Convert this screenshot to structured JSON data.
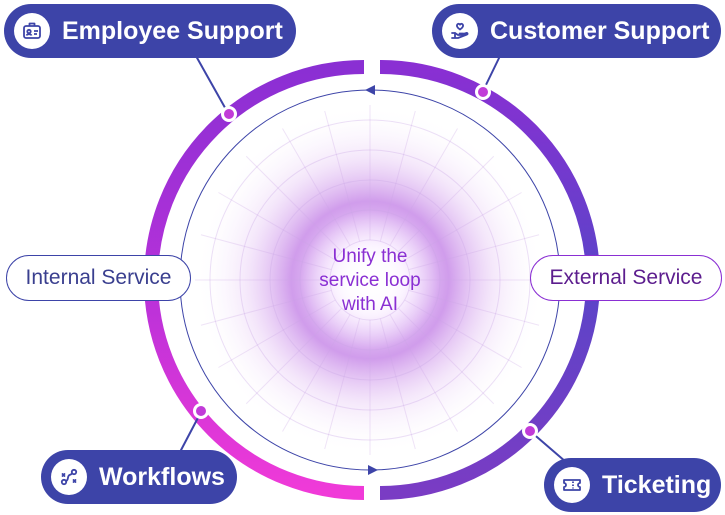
{
  "center": {
    "lines": [
      "Unify the",
      "service loop",
      "with AI"
    ]
  },
  "side_labels": {
    "internal": "Internal Service",
    "external": "External Service"
  },
  "nodes": {
    "employee_support": {
      "label": "Employee Support",
      "icon": "id-badge-icon"
    },
    "customer_support": {
      "label": "Customer Support",
      "icon": "heart-hand-icon"
    },
    "workflows": {
      "label": "Workflows",
      "icon": "workflow-path-icon"
    },
    "ticketing": {
      "label": "Ticketing",
      "icon": "ticket-icon"
    }
  },
  "colors": {
    "pill_dark": "#3d44a8",
    "ring_top": "#8a2fd3",
    "ring_bottom_left": "#e23ad9",
    "ring_right": "#4a46c0",
    "center_text": "#8a2fd3",
    "dot": "#c13bd8"
  }
}
